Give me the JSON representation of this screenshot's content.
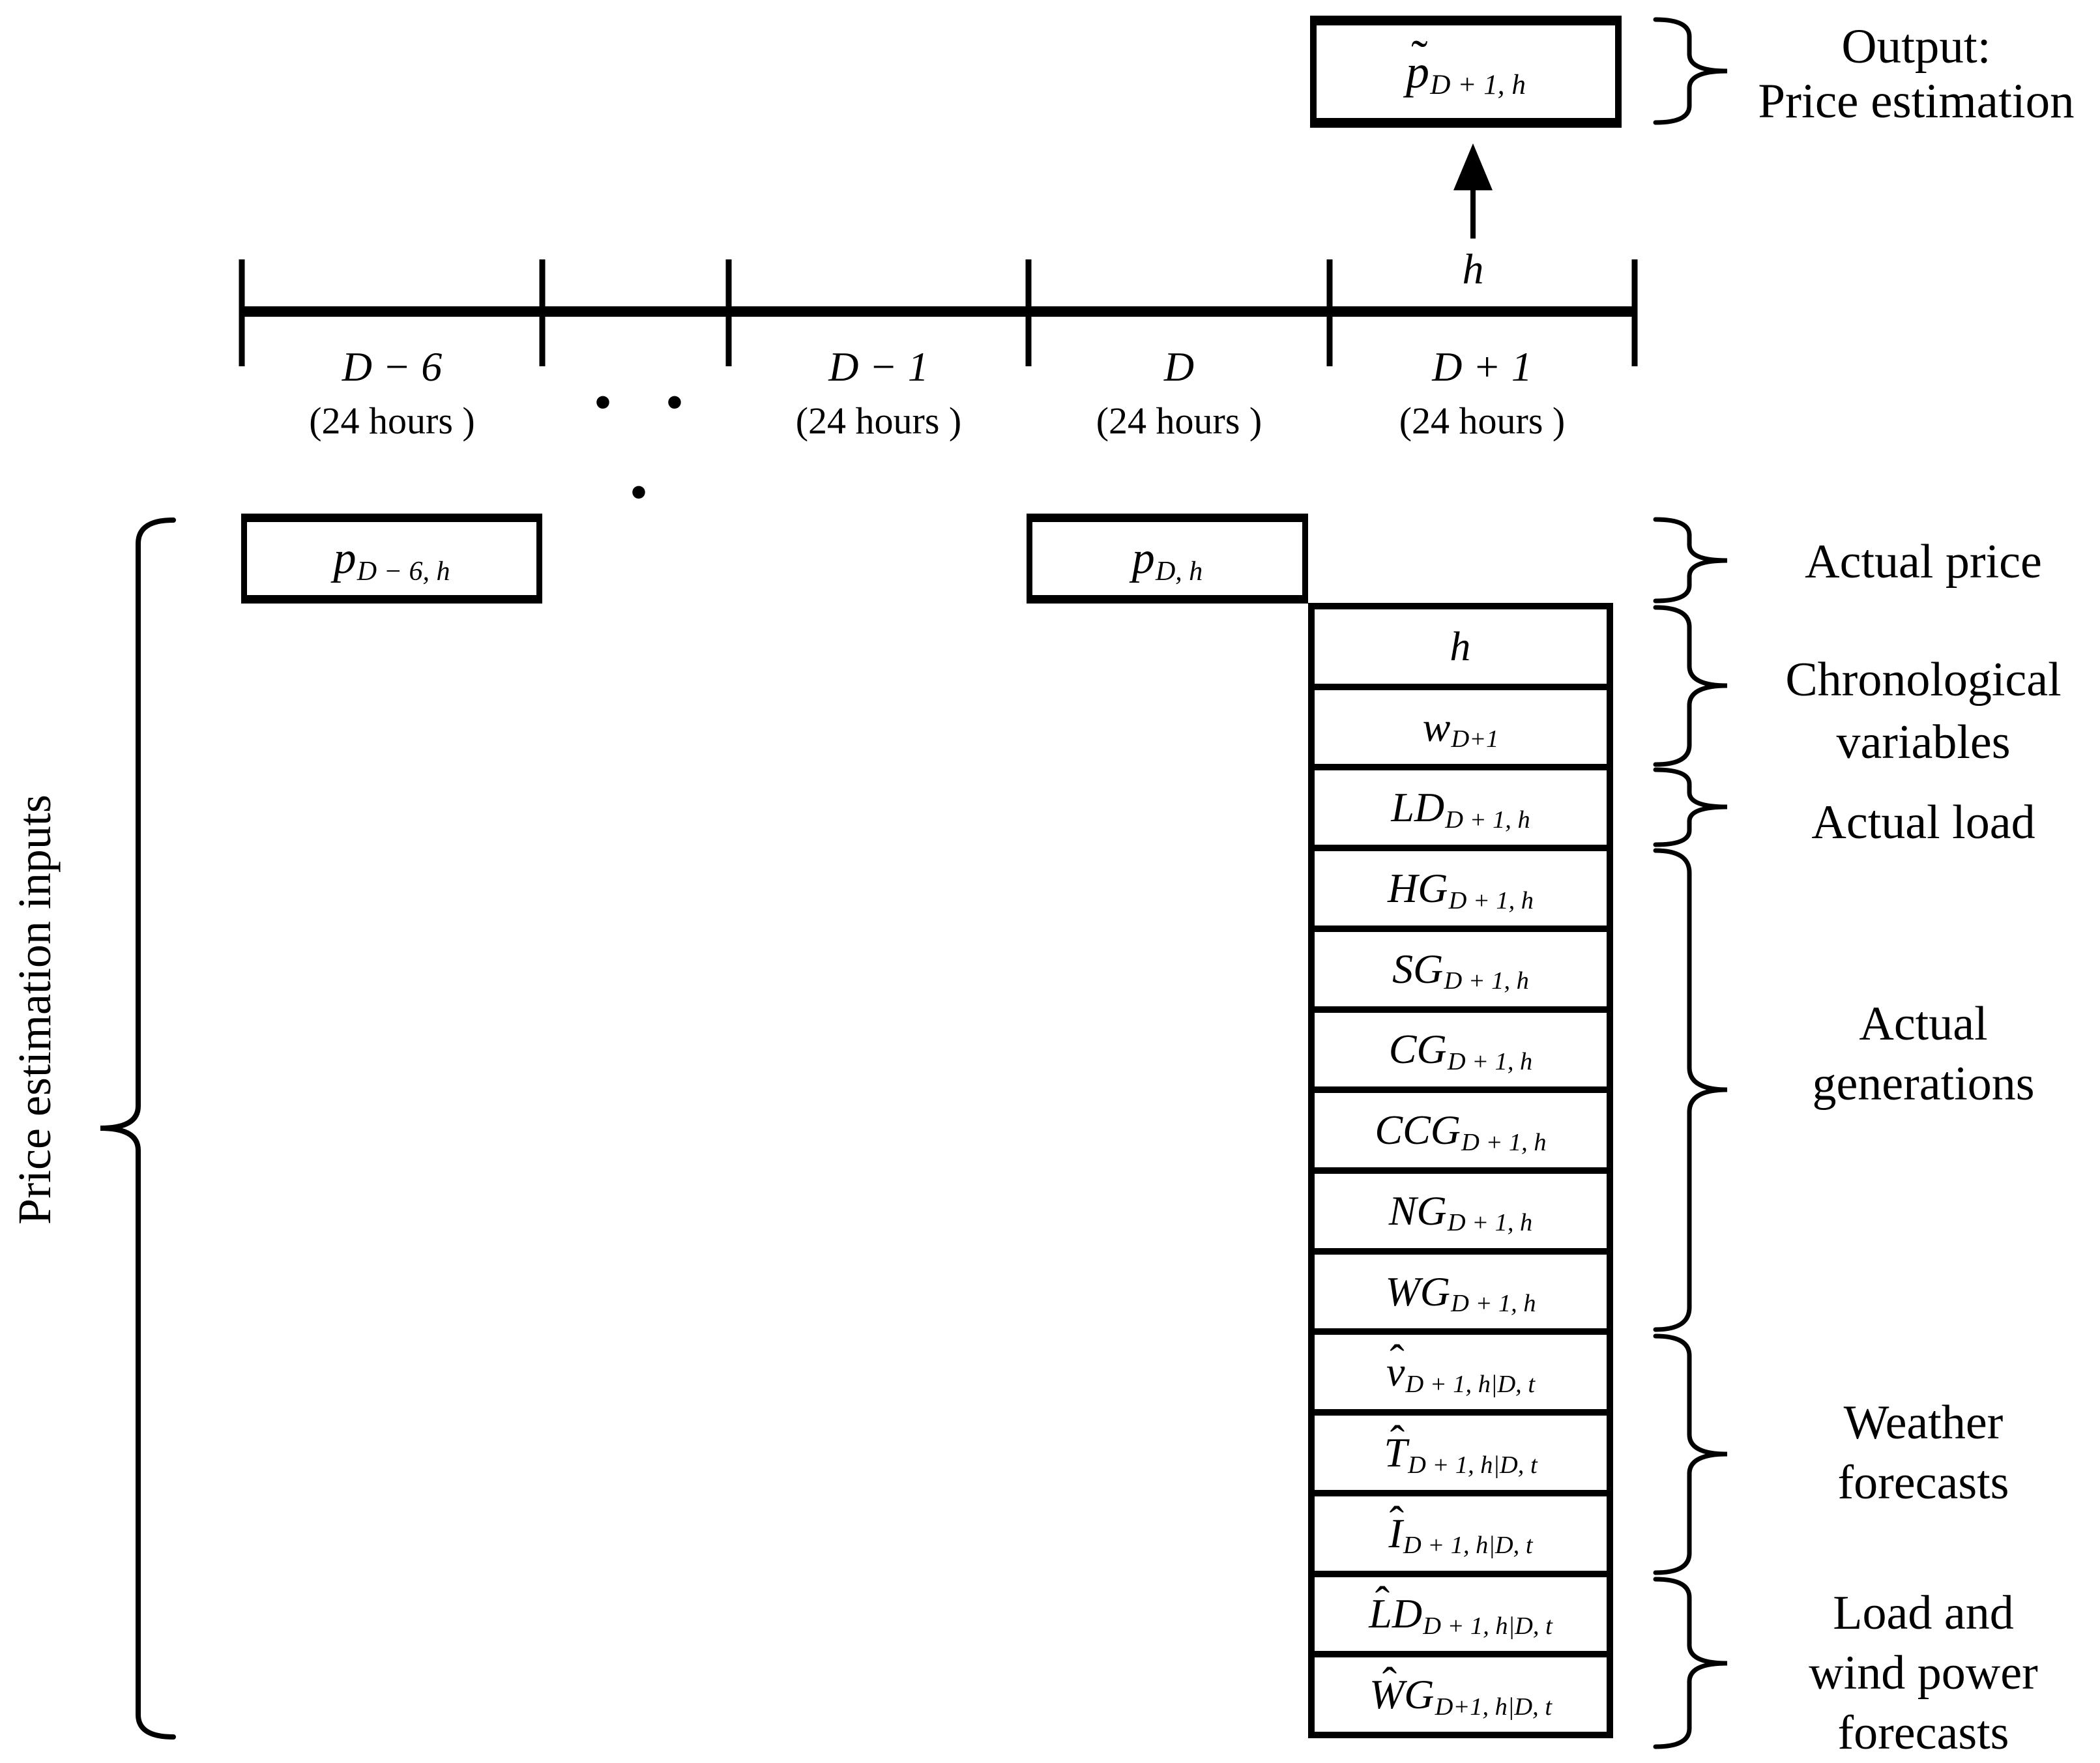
{
  "colors": {
    "ink": "#000000",
    "background": "#ffffff"
  },
  "output": {
    "label_line1": "Output:",
    "label_line2": "Price estimation",
    "box": {
      "accent": "˜",
      "abase": "p",
      "base": "",
      "sub": "D + 1, h"
    }
  },
  "timeline": {
    "hour_label": "h",
    "ellipsis": "· · ·",
    "segments": [
      {
        "label": "D − 6",
        "hours": "(24  hours )"
      },
      {
        "label": "D − 1",
        "hours": "(24  hours )"
      },
      {
        "label": "D",
        "hours": "(24  hours )"
      },
      {
        "label": "D + 1",
        "hours": "(24  hours )"
      }
    ]
  },
  "left_label": "Price estimation inputs",
  "price_boxes": [
    {
      "accent": "",
      "abase": "",
      "base": "p",
      "sub": "D − 6, h"
    },
    {
      "accent": "",
      "abase": "",
      "base": "p",
      "sub": "D, h"
    }
  ],
  "stack": {
    "rows": [
      {
        "accent": "",
        "abase": "",
        "base": "h",
        "sub": ""
      },
      {
        "accent": "",
        "abase": "",
        "base": "w",
        "sub": "D+1"
      },
      {
        "accent": "",
        "abase": "",
        "base": "LD",
        "sub": "D + 1, h"
      },
      {
        "accent": "",
        "abase": "",
        "base": "HG",
        "sub": "D + 1, h"
      },
      {
        "accent": "",
        "abase": "",
        "base": "SG",
        "sub": "D + 1, h"
      },
      {
        "accent": "",
        "abase": "",
        "base": "CG",
        "sub": "D + 1, h"
      },
      {
        "accent": "",
        "abase": "",
        "base": "CCG",
        "sub": "D + 1, h"
      },
      {
        "accent": "",
        "abase": "",
        "base": "NG",
        "sub": "D + 1, h"
      },
      {
        "accent": "",
        "abase": "",
        "base": "WG",
        "sub": "D + 1, h"
      },
      {
        "accent": "ˆ",
        "abase": "v",
        "base": "",
        "sub": "D + 1, h|D, t"
      },
      {
        "accent": "ˆ",
        "abase": "T",
        "base": "",
        "sub": "D + 1, h|D, t"
      },
      {
        "accent": "ˆ",
        "abase": "I",
        "base": "",
        "sub": "D + 1, h|D, t"
      },
      {
        "accent": "ˆ",
        "abase": "L",
        "base": "D",
        "sub": "D + 1, h|D, t"
      },
      {
        "accent": "ˆ",
        "abase": "W",
        "base": "G",
        "sub": "D+1, h|D, t"
      }
    ]
  },
  "groups": [
    {
      "l1": "Actual price"
    },
    {
      "l1": "Chronological",
      "l2": "variables"
    },
    {
      "l1": "Actual load"
    },
    {
      "l1": "Actual",
      "l2": "generations"
    },
    {
      "l1": "Weather",
      "l2": "forecasts"
    },
    {
      "l1": "Load and",
      "l2": "wind power",
      "l3": "forecasts"
    }
  ]
}
